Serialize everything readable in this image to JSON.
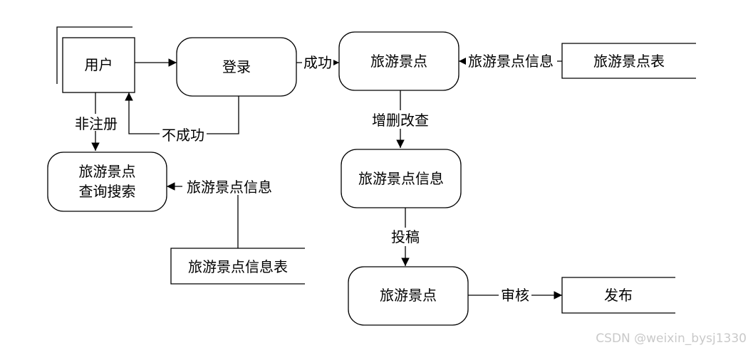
{
  "diagram": {
    "entity_user": "用户",
    "login": "登录",
    "success": "成功",
    "fail": "不成功",
    "unregistered": "非注册",
    "search_box": {
      "line1": "旅游景点",
      "line2": "查询搜索"
    },
    "spot_top": "旅游景点",
    "spot_info_label_top": "旅游景点信息",
    "spot_table": "旅游景点表",
    "crud": "增删改查",
    "spot_info_process": "旅游景点信息",
    "spot_info_label_left": "旅游景点信息",
    "spot_info_table": "旅游景点信息表",
    "submit": "投稿",
    "spot_bottom": "旅游景点",
    "review": "审核",
    "publish": "发布"
  },
  "watermark": "CSDN @weixin_bysj1330",
  "colors": {
    "stroke": "#000000",
    "background": "#ffffff",
    "watermark": "#c9c9c9"
  }
}
